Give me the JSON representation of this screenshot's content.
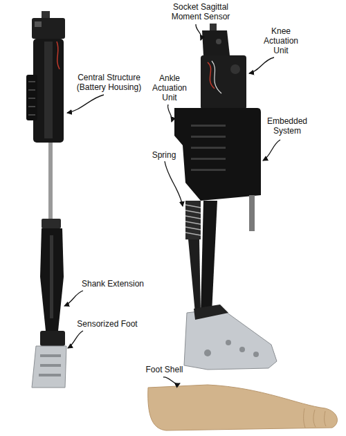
{
  "diagram": {
    "labels": [
      "Socket Sagittal Moment Sensor",
      "Knee Actuation Unit",
      "Central Structure (Battery Housing)",
      "Ankle Actuation Unit",
      "Embedded System",
      "Spring",
      "Shank Extension",
      "Sensorized Foot",
      "Foot Shell"
    ]
  }
}
